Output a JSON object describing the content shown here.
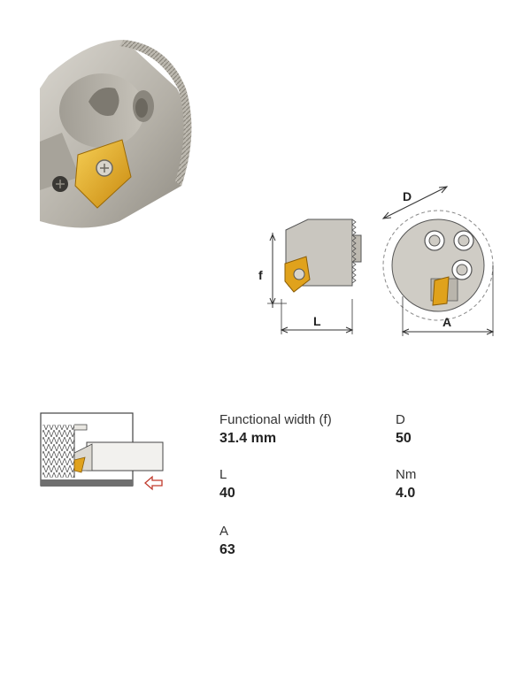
{
  "dimension_labels": {
    "f": "f",
    "L": "L",
    "D": "D",
    "A": "A"
  },
  "specs": {
    "functional_width": {
      "label": "Functional width (f)",
      "value": "31.4 mm"
    },
    "L": {
      "label": "L",
      "value": "40"
    },
    "A": {
      "label": "A",
      "value": "63"
    },
    "D": {
      "label": "D",
      "value": "50"
    },
    "Nm": {
      "label": "Nm",
      "value": "4.0"
    }
  },
  "colors": {
    "insert_gold": "#e0a21c",
    "body_grey": "#b9b5ac",
    "arrow_red": "#c0392b"
  },
  "icons": {
    "feed_direction": "arrow-left-icon"
  }
}
